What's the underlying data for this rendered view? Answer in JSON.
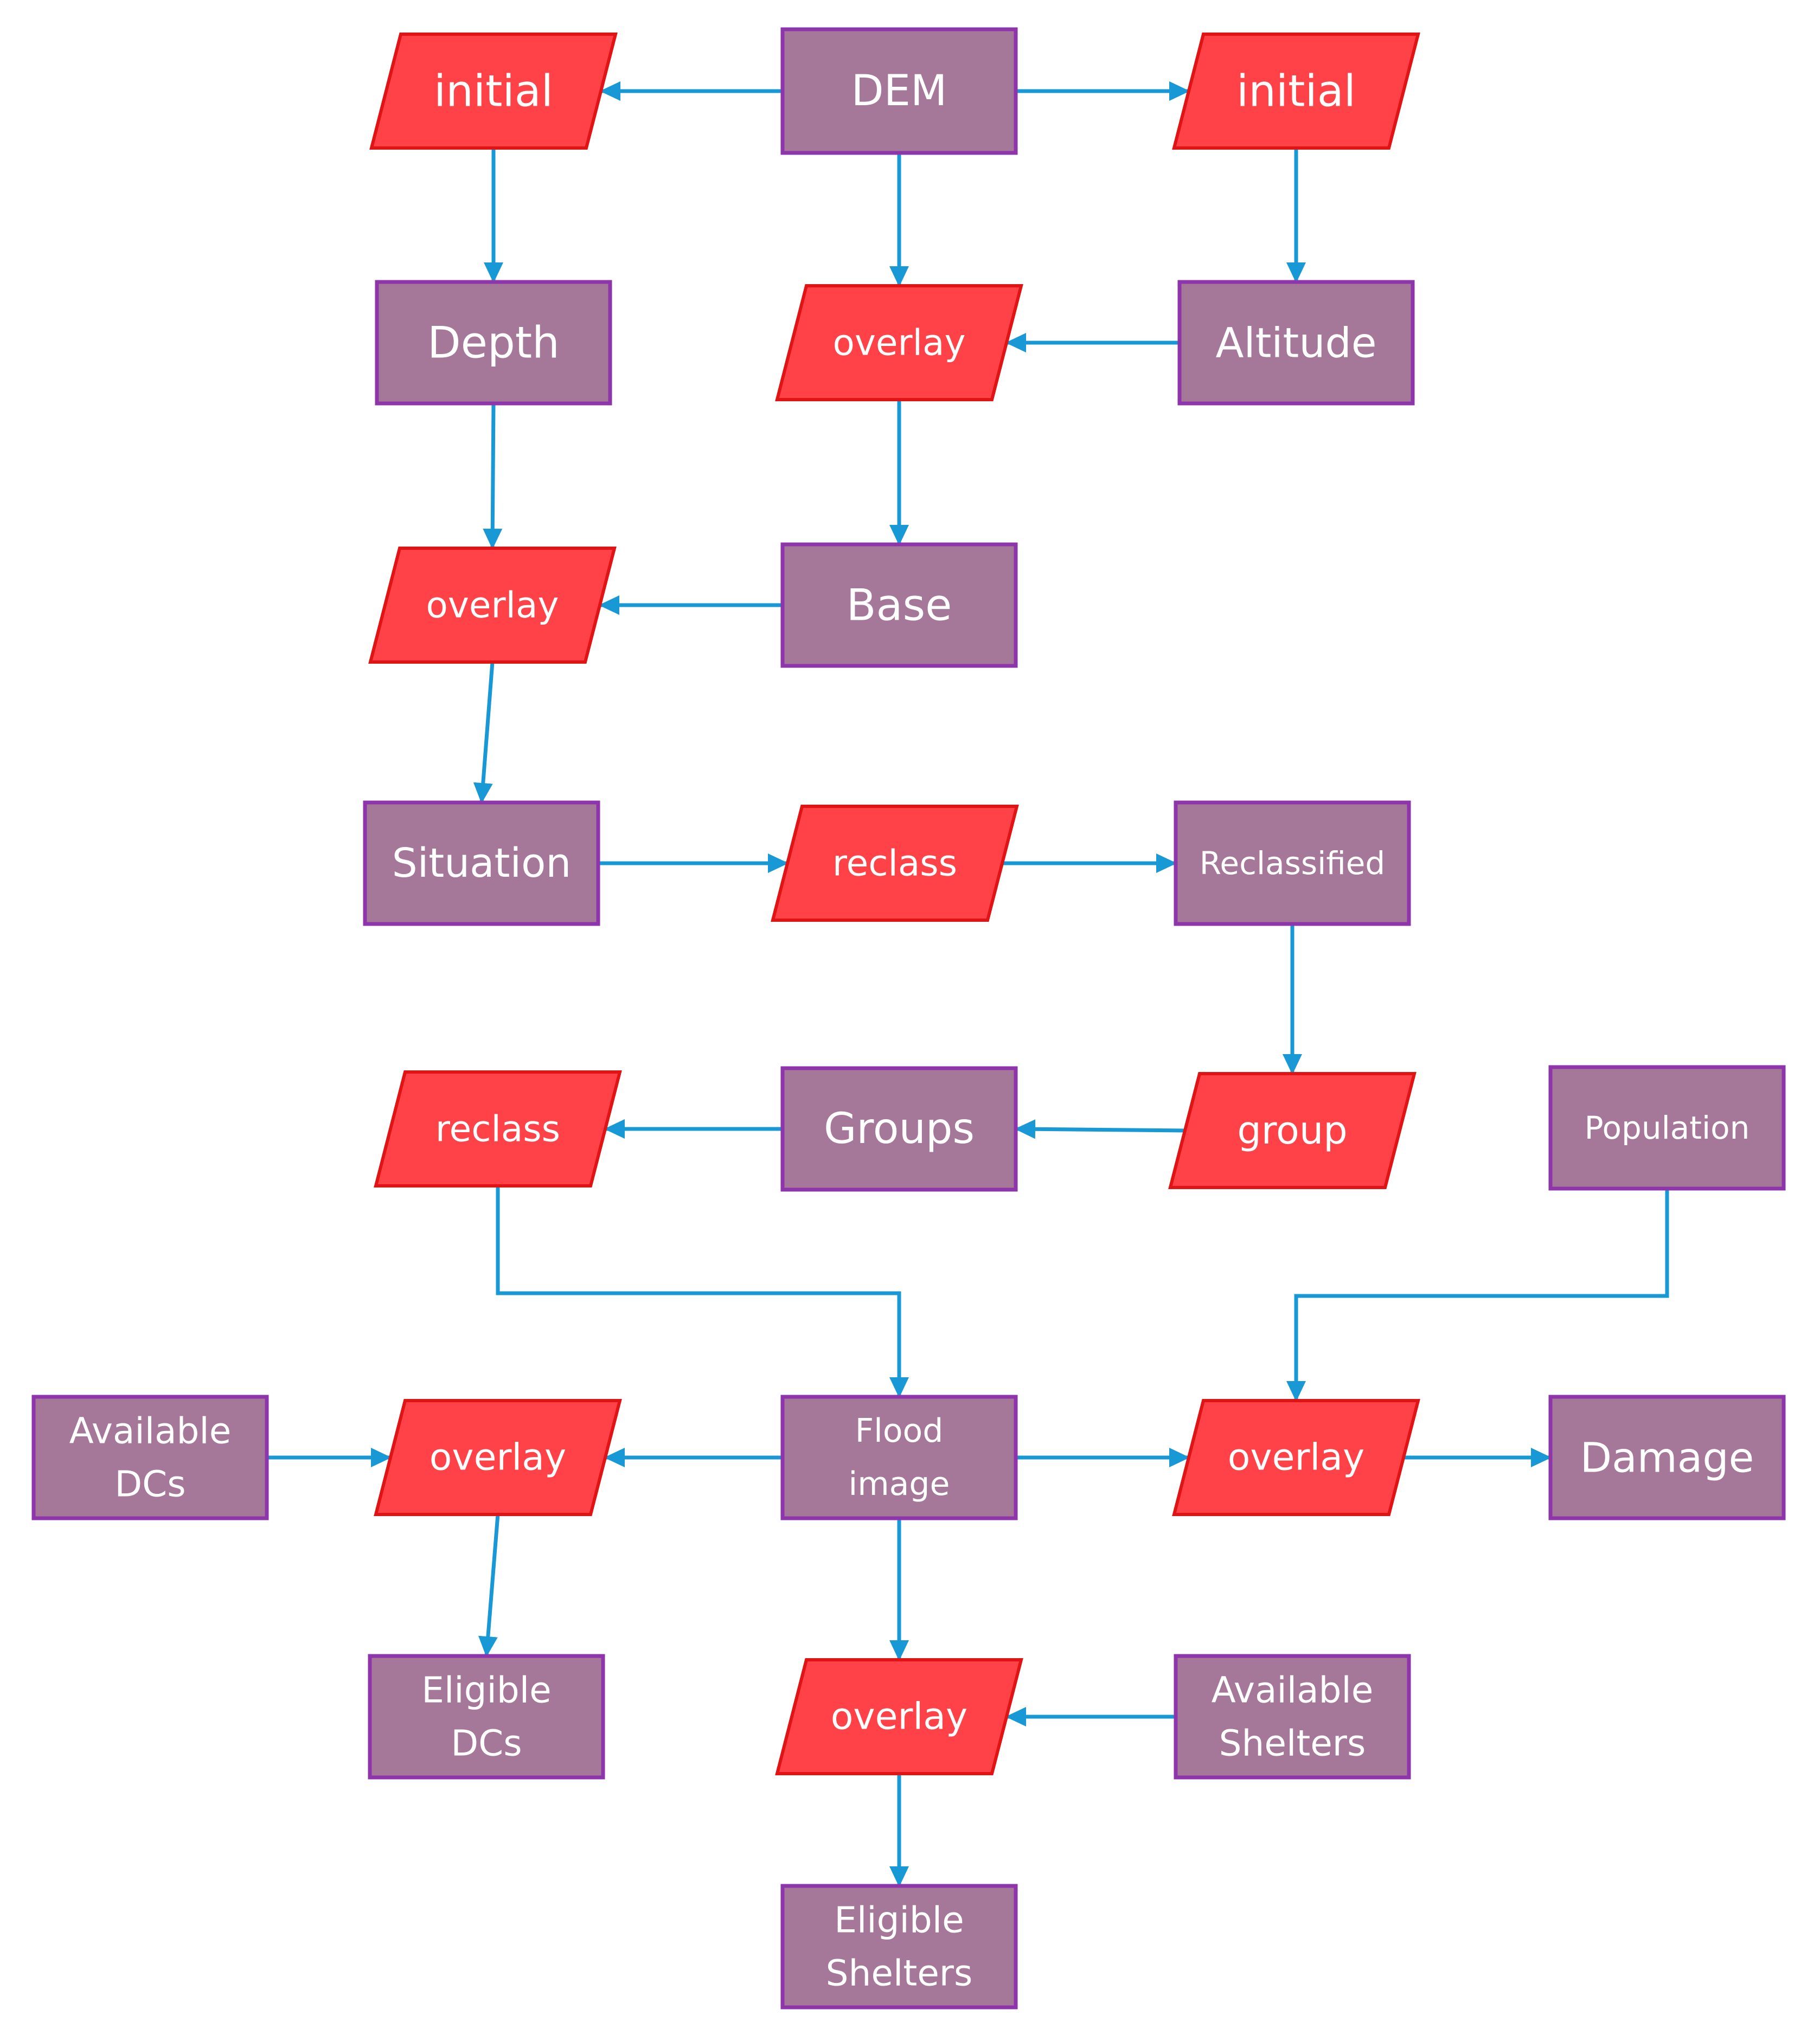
{
  "colors": {
    "data_fill": "#a57899",
    "data_stroke": "#8f35ab",
    "op_fill": "#ff4248",
    "op_stroke": "#e01414",
    "arrow": "#1998d6",
    "text": "#ffffff"
  },
  "nodes": [
    {
      "id": "dem",
      "kind": "data",
      "lines": [
        "DEM"
      ]
    },
    {
      "id": "initial-left",
      "kind": "operation",
      "lines": [
        "initial"
      ]
    },
    {
      "id": "initial-right",
      "kind": "operation",
      "lines": [
        "initial"
      ]
    },
    {
      "id": "depth",
      "kind": "data",
      "lines": [
        "Depth"
      ]
    },
    {
      "id": "overlay-1",
      "kind": "operation",
      "lines": [
        "overlay"
      ]
    },
    {
      "id": "altitude",
      "kind": "data",
      "lines": [
        "Altitude"
      ]
    },
    {
      "id": "overlay-2",
      "kind": "operation",
      "lines": [
        "overlay"
      ]
    },
    {
      "id": "base",
      "kind": "data",
      "lines": [
        "Base"
      ]
    },
    {
      "id": "situation",
      "kind": "data",
      "lines": [
        "Situation"
      ]
    },
    {
      "id": "reclass-1",
      "kind": "operation",
      "lines": [
        "reclass"
      ]
    },
    {
      "id": "reclassified",
      "kind": "data",
      "lines": [
        "Reclassified"
      ]
    },
    {
      "id": "reclass-2",
      "kind": "operation",
      "lines": [
        "reclass"
      ]
    },
    {
      "id": "groups",
      "kind": "data",
      "lines": [
        "Groups"
      ]
    },
    {
      "id": "group",
      "kind": "operation",
      "lines": [
        "group"
      ]
    },
    {
      "id": "population",
      "kind": "data",
      "lines": [
        "Population"
      ]
    },
    {
      "id": "available-dcs",
      "kind": "data",
      "lines": [
        "Available",
        "DCs"
      ]
    },
    {
      "id": "overlay-3",
      "kind": "operation",
      "lines": [
        "overlay"
      ]
    },
    {
      "id": "flood-image",
      "kind": "data",
      "lines": [
        "Flood",
        "image"
      ]
    },
    {
      "id": "overlay-4",
      "kind": "operation",
      "lines": [
        "overlay"
      ]
    },
    {
      "id": "damage",
      "kind": "data",
      "lines": [
        "Damage"
      ]
    },
    {
      "id": "eligible-dcs",
      "kind": "data",
      "lines": [
        "Eligible",
        "DCs"
      ]
    },
    {
      "id": "overlay-5",
      "kind": "operation",
      "lines": [
        "overlay"
      ]
    },
    {
      "id": "available-shelters",
      "kind": "data",
      "lines": [
        "Available",
        "Shelters"
      ]
    },
    {
      "id": "eligible-shelters",
      "kind": "data",
      "lines": [
        "Eligible",
        "Shelters"
      ]
    }
  ],
  "edges": [
    {
      "from": "dem",
      "to": "initial-left"
    },
    {
      "from": "dem",
      "to": "initial-right"
    },
    {
      "from": "dem",
      "to": "overlay-1"
    },
    {
      "from": "initial-left",
      "to": "depth"
    },
    {
      "from": "initial-right",
      "to": "altitude"
    },
    {
      "from": "altitude",
      "to": "overlay-1"
    },
    {
      "from": "overlay-1",
      "to": "base"
    },
    {
      "from": "depth",
      "to": "overlay-2"
    },
    {
      "from": "base",
      "to": "overlay-2"
    },
    {
      "from": "overlay-2",
      "to": "situation"
    },
    {
      "from": "situation",
      "to": "reclass-1"
    },
    {
      "from": "reclass-1",
      "to": "reclassified"
    },
    {
      "from": "reclassified",
      "to": "group"
    },
    {
      "from": "group",
      "to": "groups"
    },
    {
      "from": "groups",
      "to": "reclass-2"
    },
    {
      "from": "reclass-2",
      "to": "flood-image"
    },
    {
      "from": "population",
      "to": "overlay-4"
    },
    {
      "from": "available-dcs",
      "to": "overlay-3"
    },
    {
      "from": "flood-image",
      "to": "overlay-3"
    },
    {
      "from": "flood-image",
      "to": "overlay-4"
    },
    {
      "from": "overlay-4",
      "to": "damage"
    },
    {
      "from": "overlay-3",
      "to": "eligible-dcs"
    },
    {
      "from": "flood-image",
      "to": "overlay-5"
    },
    {
      "from": "available-shelters",
      "to": "overlay-5"
    },
    {
      "from": "overlay-5",
      "to": "eligible-shelters"
    }
  ]
}
